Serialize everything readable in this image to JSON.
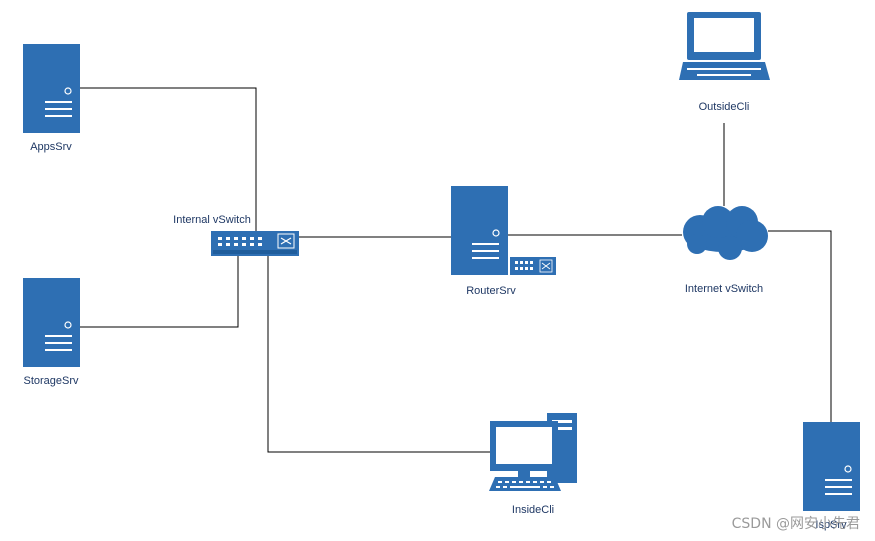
{
  "colors": {
    "device": "#2e6fb3",
    "device_dark": "#1f5d9c",
    "line": "#000000",
    "label": "#1f3864"
  },
  "nodes": {
    "apps_srv": {
      "label": "AppsSrv",
      "icon": "server-icon"
    },
    "storage_srv": {
      "label": "StorageSrv",
      "icon": "server-icon"
    },
    "internal_vswitch": {
      "label": "Internal vSwitch",
      "icon": "switch-icon"
    },
    "router_srv": {
      "label": "RouterSrv",
      "icon": "server-icon"
    },
    "internet_vswitch": {
      "label": "Internet vSwitch",
      "icon": "cloud-icon"
    },
    "outside_cli": {
      "label": "OutsideCli",
      "icon": "laptop-icon"
    },
    "inside_cli": {
      "label": "InsideCli",
      "icon": "desktop-computer-icon"
    },
    "isp_srv": {
      "label": "IspSrv",
      "icon": "server-icon"
    }
  },
  "watermark": "CSDN @网安小先君"
}
